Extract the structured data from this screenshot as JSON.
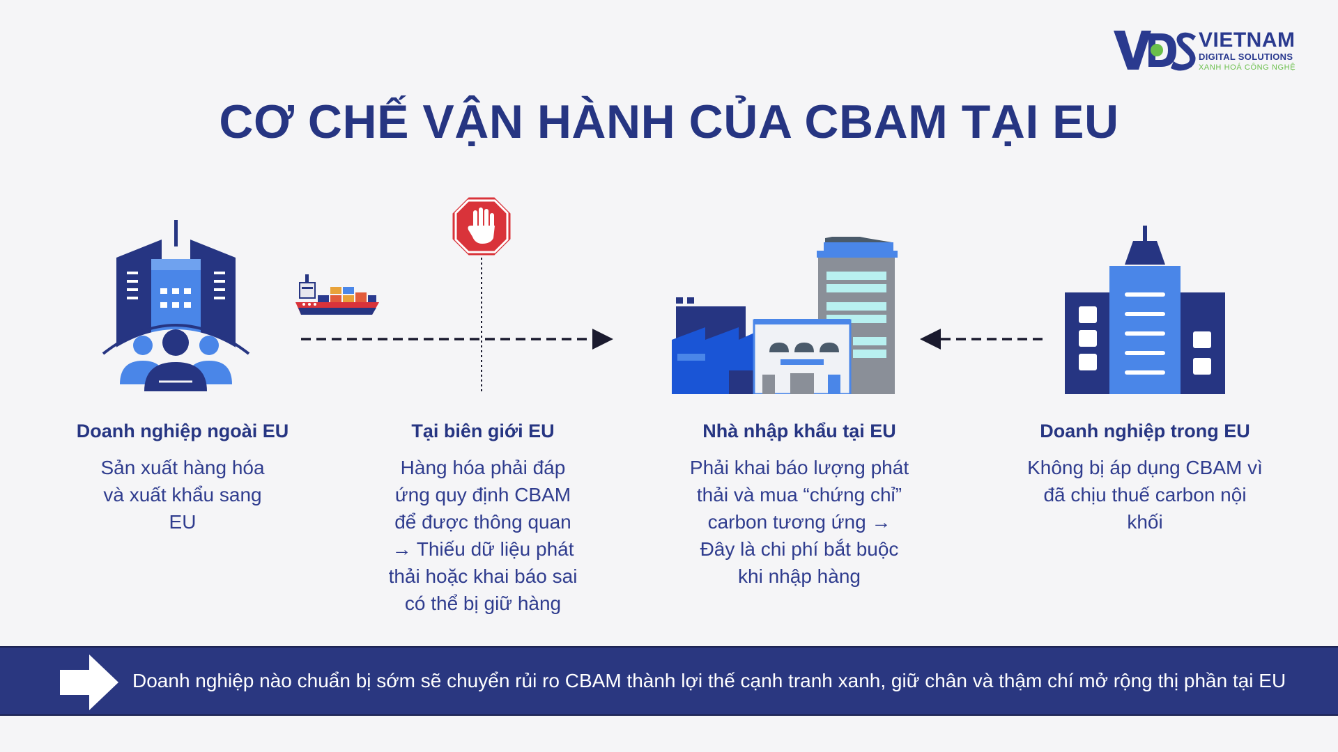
{
  "brand": {
    "mark": "VDS",
    "name": "VIETNAM",
    "sub": "DIGITAL SOLUTIONS",
    "tagline": "XANH HOÁ CÔNG NGHỆ",
    "colors": {
      "navy": "#2a3a8f",
      "green": "#6abf4b"
    }
  },
  "title": "CƠ CHẾ VẬN HÀNH CỦA CBAM TẠI EU",
  "columns": [
    {
      "icon": "company-people-icon",
      "heading": "Doanh nghiệp ngoài EU",
      "text": "Sản xuất hàng hóa và xuất khẩu sang EU"
    },
    {
      "icon": "stop-sign-icon",
      "heading": "Tại biên giới EU",
      "text": "Hàng hóa phải đáp ứng quy định CBAM để được thông quan → Thiếu dữ liệu phát thải hoặc khai báo sai có thể bị giữ hàng"
    },
    {
      "icon": "factory-icon",
      "heading": "Nhà nhập khẩu tại EU",
      "text": "Phải khai báo lượng phát thải và mua “chứng chỉ” carbon tương ứng → Đây là chi phí bắt buộc khi nhập hàng"
    },
    {
      "icon": "office-building-icon",
      "heading": "Doanh nghiệp trong EU",
      "text": "Không bị áp dụng CBAM vì đã chịu thuế carbon nội khối"
    }
  ],
  "banner": {
    "text": "Doanh nghiệp nào chuẩn bị sớm sẽ chuyển rủi ro CBAM thành lợi thế cạnh tranh xanh, giữ chân và thậm chí mở rộng thị phần tại EU",
    "color": "#2a3780"
  }
}
